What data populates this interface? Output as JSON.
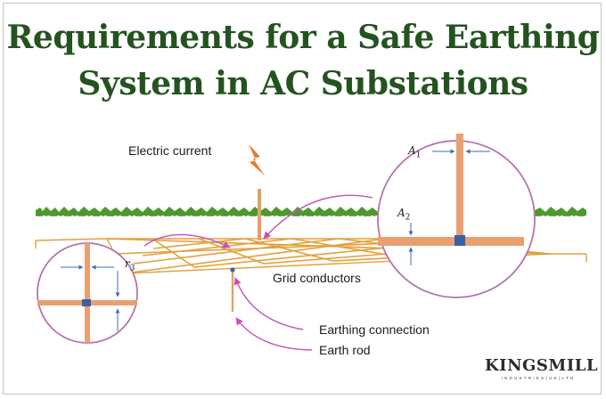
{
  "title": {
    "line1": "Requirements for a Safe Earthing",
    "line2": "System in AC Substations"
  },
  "labels": {
    "electric_current": "Electric current",
    "grid_conductors": "Grid conductors",
    "earthing_connection": "Earthing connection",
    "earth_rod": "Earth rod"
  },
  "symbols": {
    "a1": "A",
    "a1_sub": "1",
    "a2": "A",
    "a2_sub": "2",
    "r3": "r",
    "r3_sub": "3"
  },
  "logo": {
    "name": "KINGSMILL",
    "tagline": "INDUSTRIES(UK)LTD"
  },
  "colors": {
    "title": "#24531f",
    "conductor": "#e3a066",
    "grid": "#e3a03c",
    "circle": "#b673b3",
    "arrow": "#c452b8",
    "dimension": "#3b6fb4",
    "grass": "#4c9a2a"
  }
}
